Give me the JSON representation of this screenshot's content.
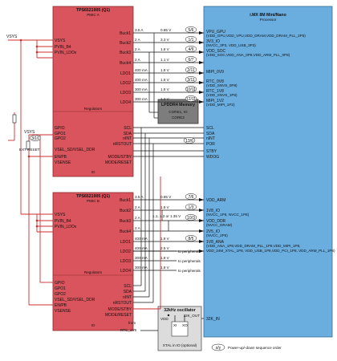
{
  "pmic_a": {
    "title": "TPS6521905 (Q1)",
    "subtitle": "PMIC A",
    "left_pins": [
      "VSYS",
      "PVIN_B4",
      "PVIN_LDOx"
    ],
    "outputs": [
      "Buck1",
      "Buck2",
      "Buck3",
      "Buck4",
      "LDO1",
      "LDO2",
      "LDO3",
      "LDO4"
    ],
    "currents": [
      "3.5 A",
      "2 A",
      "2 A",
      "2 A",
      "400 mA",
      "400 mA",
      "300 mA",
      "300 mA"
    ],
    "voltages": [
      "0.85 V",
      "3.3 V",
      "1.8 V",
      "1.1 V",
      "1.8 V",
      "1.8 V",
      "1.8 V",
      "1.2 V"
    ],
    "seq": [
      "5/6",
      "1/1",
      "4/9",
      "6/7",
      "2/11",
      "3/11",
      "10/11",
      "12/11"
    ],
    "regulators_label": "Regulators",
    "ctrl_left": [
      "GPIO",
      "GPO1",
      "GPO2",
      "VSEL_SD/VSEL_DDR",
      "EN/PB",
      "VSENSE"
    ],
    "ctrl_right": [
      "SCL",
      "SDA",
      "nINT",
      "nRSTOUT",
      "MODE/STBY",
      "MODE/RESET"
    ],
    "io_label": "IO"
  },
  "lpddr": {
    "title": "LPDDR4 Memory",
    "lines": [
      "CORE1, IO",
      "CORE2"
    ]
  },
  "imx": {
    "title": "i.MX 8M Mini/Nano",
    "subtitle": "Processor",
    "rails": [
      {
        "name": "VPU_GPU",
        "sub": "(VDD_GPU,VDD_VPU,VDD_DRAM,VDD_DRAM_PLL_2P5)"
      },
      {
        "name": "3V3_IO",
        "sub": "(NVCC_3P3, VDD_USB_3P3)"
      },
      {
        "name": "VDD_SOC",
        "sub": "(VDD_SOC,VDD_ANA_0P8,VDD_ARM_PLL_0P8)"
      },
      {
        "name": "MIPI_0V9",
        "sub": ""
      },
      {
        "name": "RTC_0V8",
        "sub": "(VDD_SNVS_0P8)"
      },
      {
        "name": "RTC_1V8",
        "sub": "(VDD_SNVS_1P8)"
      },
      {
        "name": "MIPI_1V2",
        "sub": "(VDD_MIPI_1P2)"
      }
    ],
    "ctrl": [
      "SCL",
      "SDA",
      "nINT",
      "POR",
      "STBY",
      "WDOG"
    ],
    "rails2": [
      {
        "name": "VDD_ARM",
        "sub": ""
      },
      {
        "name": "1V8_IO",
        "sub": "(NVCC_1P8, NVCC_1P8)"
      },
      {
        "name": "VDD_DDR",
        "sub": "(NVCC_DRAM)"
      },
      {
        "name": "2V5_IO",
        "sub": "(NVCC_2P5)"
      },
      {
        "name": "1V8_ANA",
        "sub": "(VDD_ANA_1P8,VDD_DRAM_PLL_1P8,VDD_MIPI_1P8,"
      },
      {
        "name": "",
        "sub": "VDD_24M_XTAL_1P8, VDD_USB_1P8,VDD_PCI_1P8, VDD_ARM_PLL_1P8)"
      }
    ],
    "clk": "32K_IN"
  },
  "pmic_b": {
    "title": "TPS6521905 (Q1)",
    "subtitle": "PMIC B",
    "left_pins": [
      "VSYS",
      "PVIN_B4",
      "PVIN_LDOx"
    ],
    "outputs": [
      "Buck1",
      "Buck2",
      "Buck3",
      "Buck4",
      "LDO1",
      "LDO2",
      "LDO3",
      "LDO4"
    ],
    "currents": [
      "3.5 A",
      "2 A",
      "2 A",
      "2 A",
      "400 mA",
      "400 mA",
      "300 mA",
      "300 mA"
    ],
    "voltages": [
      "0.85 V",
      "1.8 V",
      "1.1, 1.2 or 1.35 V",
      "",
      "1.8 V",
      "2.5 V",
      "1.8 V",
      "1.8 V"
    ],
    "seq": [
      "7/6",
      "1/3",
      "10/3",
      "",
      "8/5",
      "",
      "",
      ""
    ],
    "regulators_label": "Regulators",
    "ctrl_left": [
      "GPIO",
      "GPO1",
      "GPO2",
      "VSEL_SD/VSEL_DDR",
      "EN/PB",
      "VSENSE"
    ],
    "ctrl_right": [
      "SCL",
      "SDA",
      "nINT",
      "nRSTOUT",
      "MODE/STBY",
      "MODE/RESET"
    ],
    "io_label": "IO",
    "to_peripherals": [
      "to peripherals",
      "to peripherals",
      "to peripherals"
    ]
  },
  "osc": {
    "title": "32kHz oscillator",
    "vdd": "VDD",
    "out": "32K_OUT",
    "xi": "XI",
    "xo": "XO",
    "xtal": "XTAL in IO (optional)",
    "from": "from",
    "rtc": "RTC_1V8"
  },
  "vsys_labels": [
    "VSYS",
    "VSYS"
  ],
  "misc_seq": [
    "3/10",
    "13/6"
  ],
  "reset_label": "EXT RESET",
  "legend": {
    "sample": "x/y",
    "text": "Power-up/-down sequence order"
  },
  "colors": {
    "pmic": "#d9545c",
    "processor": "#6aaee0",
    "lpddr": "#7d7d7d",
    "osc": "#dcdcdc",
    "red_wire": "#cf2c2c",
    "black_wire": "#111111"
  }
}
